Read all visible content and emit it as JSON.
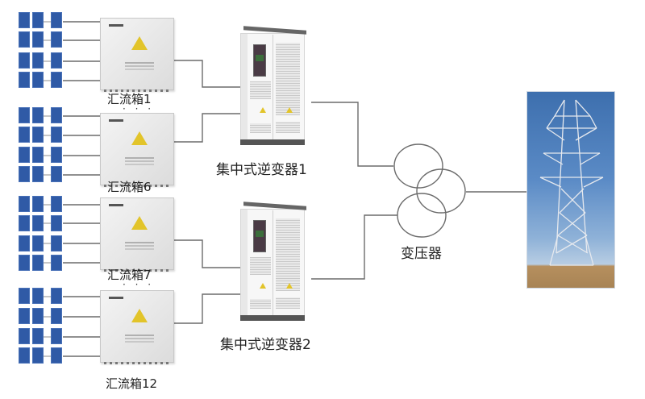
{
  "diagram": {
    "combiner_boxes": [
      {
        "label": "汇流箱1"
      },
      {
        "label": "汇流箱6"
      },
      {
        "label": "汇流箱7"
      },
      {
        "label": "汇流箱12"
      }
    ],
    "ellipsis": "· · ·",
    "inverters": [
      {
        "label": "集中式逆变器1"
      },
      {
        "label": "集中式逆变器2"
      }
    ],
    "transformer": {
      "label": "变压器"
    },
    "grid": {
      "icon": "transmission-tower-icon"
    }
  },
  "colors": {
    "panel": "#2f5aa6",
    "wire": "#6b6b6b",
    "warning": "#e2c42a"
  }
}
